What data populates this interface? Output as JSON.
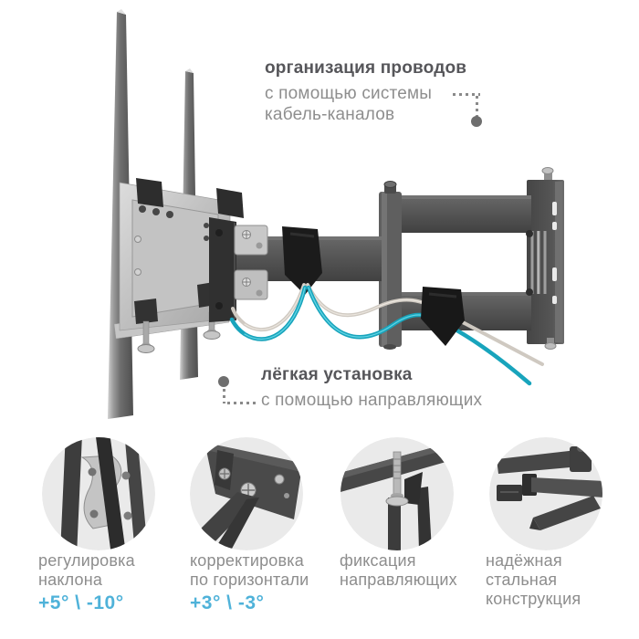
{
  "page": {
    "background": "#ffffff"
  },
  "colors": {
    "accent_blue": "#4fb2d9",
    "title_gray": "#56565a",
    "body_gray": "#8d8d8d",
    "connector_gray": "#6e6e6e",
    "cable_teal": "#18a4bc",
    "cable_white": "#cfc9c1",
    "metal_dark": "#4a4a4a",
    "metal_silver": "#bdbdbd",
    "circle_bg": "#eaeaea"
  },
  "callouts": {
    "cable_management": {
      "title": "организация проводов",
      "line1": "с помощью системы",
      "line2": "кабель-каналов"
    },
    "easy_install": {
      "title": "лёгкая установка",
      "line1": "с помощью направляющих"
    }
  },
  "features": [
    {
      "icon": "tilt-mechanism-photo",
      "lines": [
        "регулировка",
        "наклона"
      ],
      "value": "+5° \\ -10°"
    },
    {
      "icon": "horizontal-adjustment-photo",
      "lines": [
        "корректировка",
        "по горизонтали"
      ],
      "value": "+3° \\ -3°"
    },
    {
      "icon": "rail-fixation-photo",
      "lines": [
        "фиксация",
        "направляющих"
      ],
      "value": ""
    },
    {
      "icon": "steel-construction-photo",
      "lines": [
        "надёжная",
        "стальная",
        "конструкция"
      ],
      "value": ""
    }
  ]
}
